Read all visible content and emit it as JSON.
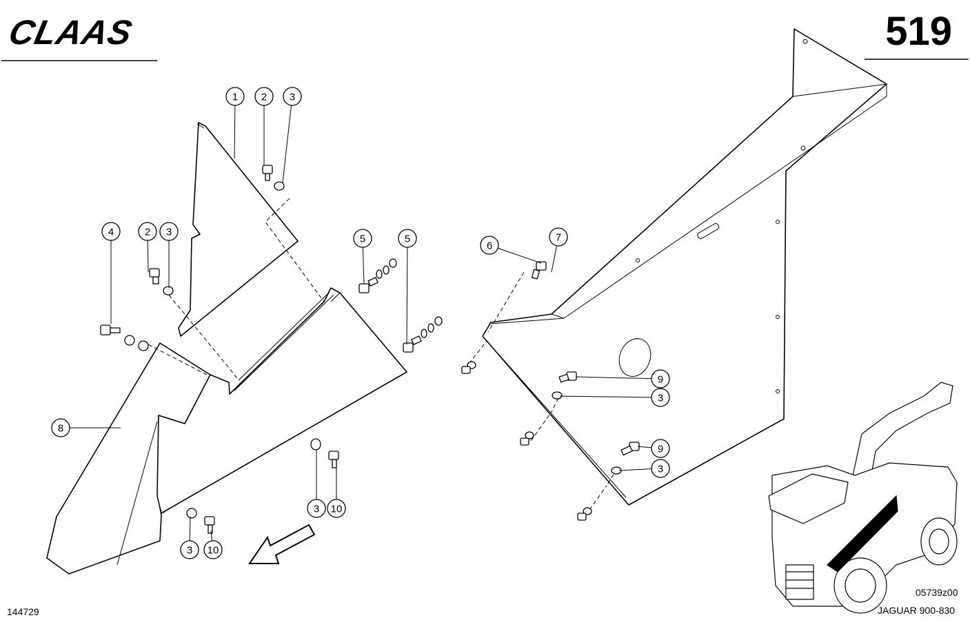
{
  "header": {
    "logo_text": "CLAAS",
    "page_number": "519"
  },
  "footer": {
    "drawing_number": "144729",
    "image_code": "05739z00",
    "model": "JAGUAR 900-830"
  },
  "callouts": [
    {
      "label": "1"
    },
    {
      "label": "2"
    },
    {
      "label": "3"
    },
    {
      "label": "4"
    },
    {
      "label": "2"
    },
    {
      "label": "3"
    },
    {
      "label": "5"
    },
    {
      "label": "5"
    },
    {
      "label": "8"
    },
    {
      "label": "3"
    },
    {
      "label": "10"
    },
    {
      "label": "3"
    },
    {
      "label": "10"
    },
    {
      "label": "6"
    },
    {
      "label": "7"
    },
    {
      "label": "9"
    },
    {
      "label": "3"
    },
    {
      "label": "9"
    },
    {
      "label": "3"
    }
  ]
}
